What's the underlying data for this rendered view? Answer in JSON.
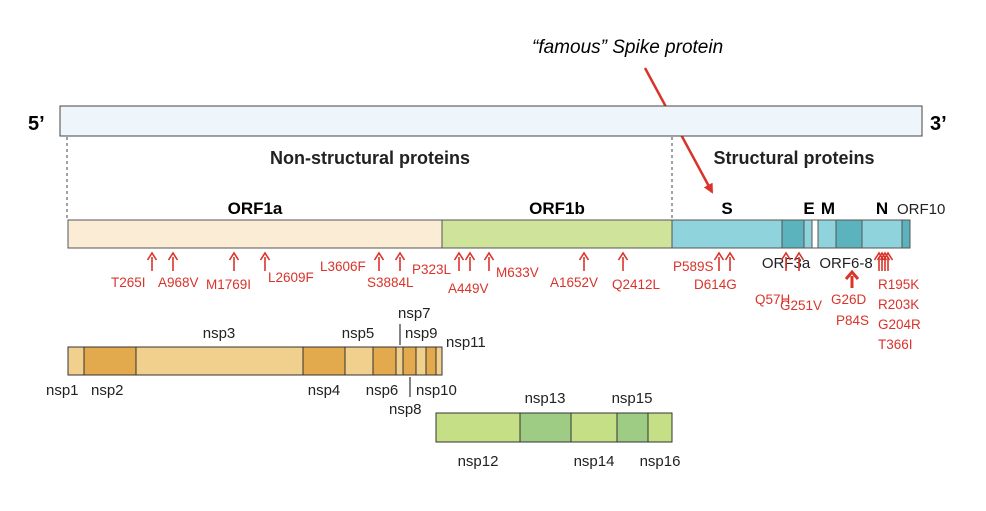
{
  "annotation": {
    "text": "“famous” Spike protein"
  },
  "genome": {
    "five_prime": "5’",
    "three_prime": "3’"
  },
  "sections": {
    "nonstructural": "Non-structural proteins",
    "structural": "Structural proteins"
  },
  "orfs": {
    "orf1a": "ORF1a",
    "orf1b": "ORF1b",
    "s": "S",
    "e": "E",
    "m": "M",
    "n": "N",
    "orf10": "ORF10",
    "orf3a": "ORF3a",
    "orf6_8": "ORF6-8"
  },
  "mutations": [
    "T265I",
    "A968V",
    "M1769I",
    "L2609F",
    "L3606F",
    "S3884L",
    "P323L",
    "A449V",
    "M633V",
    "A1652V",
    "Q2412L",
    "P589S",
    "D614G",
    "Q57H",
    "G251V",
    "G26D",
    "P84S",
    "R195K",
    "R203K",
    "G204R",
    "T366I"
  ],
  "nsps": [
    "nsp1",
    "nsp2",
    "nsp3",
    "nsp4",
    "nsp5",
    "nsp6",
    "nsp7",
    "nsp8",
    "nsp9",
    "nsp10",
    "nsp11",
    "nsp12",
    "nsp13",
    "nsp14",
    "nsp15",
    "nsp16"
  ],
  "colors": {
    "accent_red": "#d9342b",
    "genome_fill": "#eef5fb",
    "orf1a_fill": "#fbecd6",
    "orf1b_fill": "#cfe39b",
    "structural_fill": "#8fd3dc",
    "structural_dark": "#5ab3bd",
    "nsp_light": "#f1cf8d",
    "nsp_dark": "#e2a94d",
    "nsp12_fill": "#c5df86",
    "nsp13_fill": "#9ecc85"
  }
}
